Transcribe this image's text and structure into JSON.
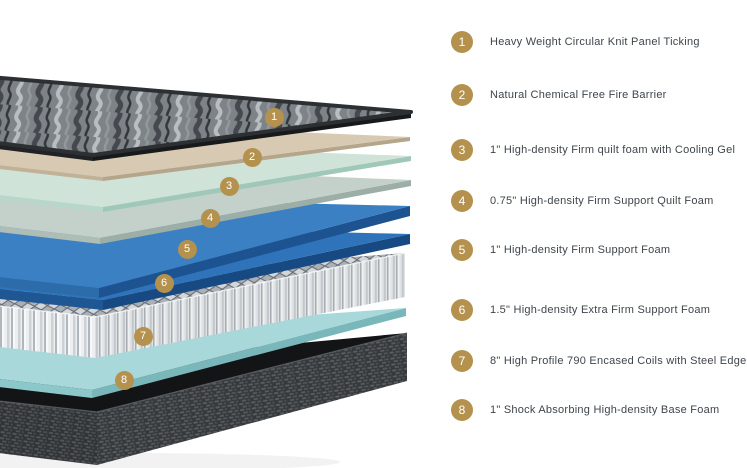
{
  "diagram": {
    "description": "Exploded cross-section of mattress layers",
    "badges": [
      "1",
      "2",
      "3",
      "4",
      "5",
      "6",
      "7",
      "8"
    ]
  },
  "legend": {
    "items": [
      {
        "number": "1",
        "label": "Heavy Weight Circular Knit Panel Ticking"
      },
      {
        "number": "2",
        "label": "Natural Chemical Free Fire Barrier"
      },
      {
        "number": "3",
        "label": "1\" High-density Firm quilt foam with Cooling Gel"
      },
      {
        "number": "4",
        "label": "0.75\" High-density Firm Support Quilt Foam"
      },
      {
        "number": "5",
        "label": "1\" High-density Firm Support Foam"
      },
      {
        "number": "6",
        "label": "1.5\" High-density Extra Firm Support Foam"
      },
      {
        "number": "7",
        "label": "8\" High Profile 790 Encased Coils with Steel Edge"
      },
      {
        "number": "8",
        "label": "1\" Shock Absorbing High-density Base Foam"
      }
    ]
  },
  "colors": {
    "background": "#ffffff",
    "accent_gold": "#b5914e",
    "legend_text": "#3e454c",
    "layer1_knit_base": "#7e8388",
    "layer2_beige": "#d8cab2",
    "layer2_beige_edge_left": "#c2b197",
    "layer2_beige_edge_right": "#b5a58b",
    "layer3_mint": "#cfe3d9",
    "layer3_mint_edge_left": "#b7d7ca",
    "layer3_mint_edge_right": "#a0c8b9",
    "layer4_sage": "#c4d1ca",
    "layer4_sage_edge_left": "#aebdb5",
    "layer4_sage_edge_right": "#9caea6",
    "layer5_blue": "#3b80c3",
    "layer5_blue_edge_left": "#2d6cab",
    "layer5_blue_edge_right": "#1d5390",
    "layer6_blue": "#2f74ba",
    "layer6_blue_edge_left": "#1f5795",
    "layer6_blue_edge_right": "#174a82",
    "layer7_coil_light": "#eceef0",
    "layer8_aqua": "#a8d8d9",
    "layer8_aqua_edge_left": "#8cc7c9",
    "layer8_aqua_edge_right": "#7ab7bb",
    "base_box_side": "#46494c",
    "base_box_top": "#131416"
  }
}
